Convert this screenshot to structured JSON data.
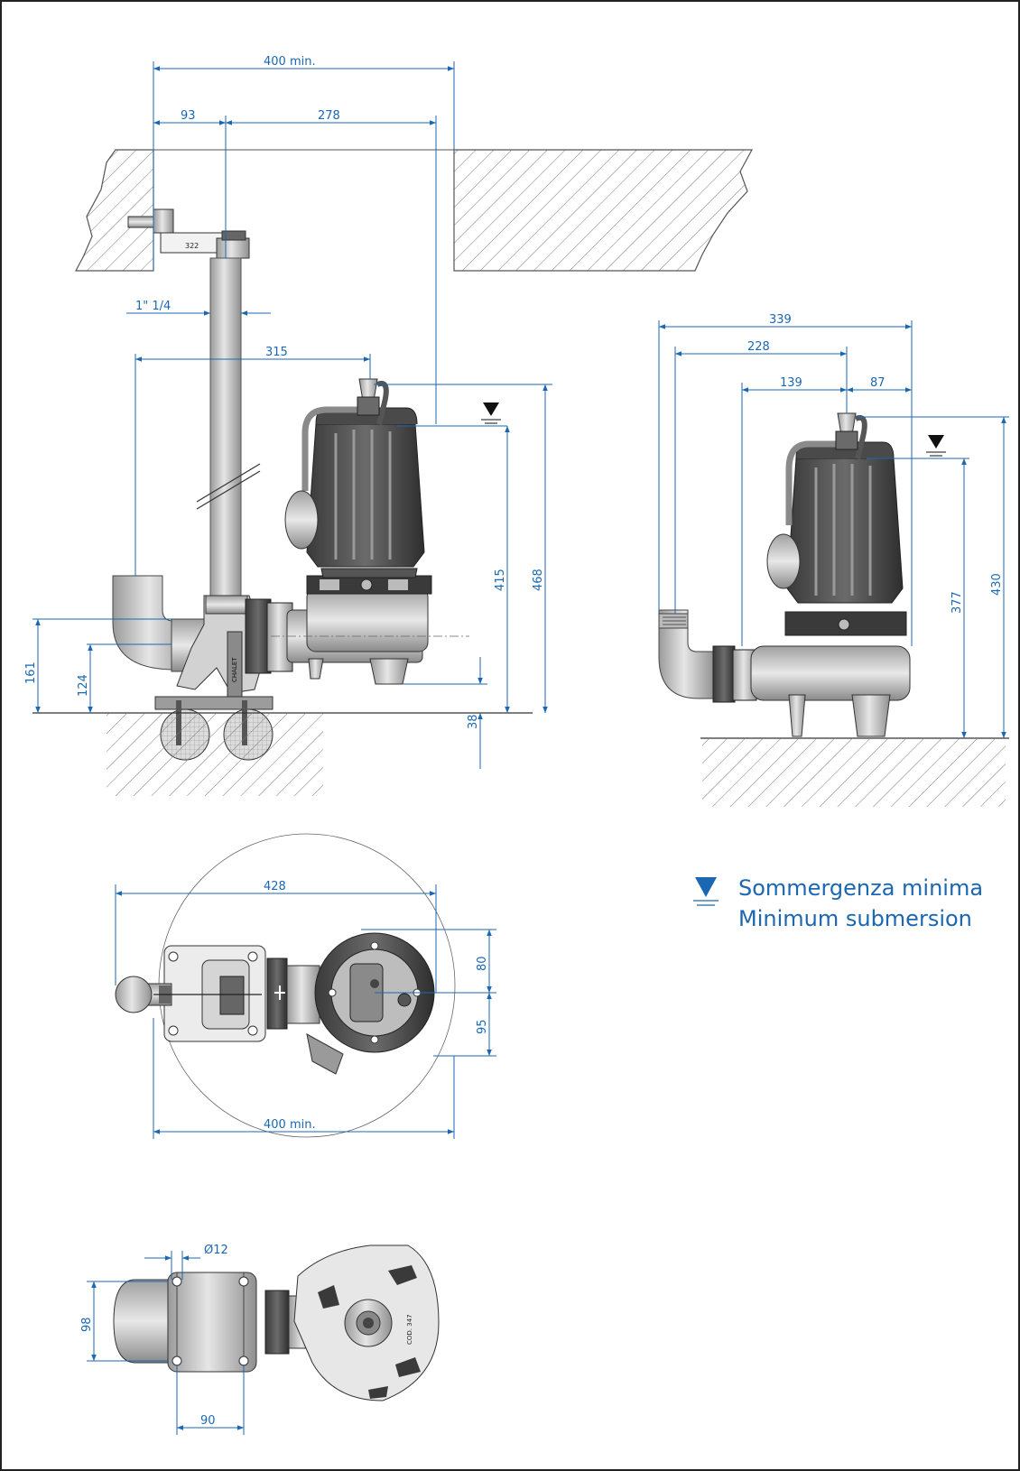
{
  "accent_color": "#1b67b1",
  "dimensions": {
    "install_width_top": "400 min.",
    "guide_offset": "93",
    "guide_to_outlet": "278",
    "pipe_size": "1\" 1/4",
    "outlet_reach": "315",
    "min_level_a": "415",
    "total_height_a": "468",
    "outlet_height": "161",
    "base_height": "124",
    "foot_clearance": "38",
    "overall_width_b": "339",
    "outlet_reach_b": "228",
    "flange_reach_b": "139",
    "axis_to_back_b": "87",
    "min_level_b": "377",
    "total_height_b": "430",
    "plan_overall": "428",
    "plan_offset_top": "80",
    "plan_offset_bottom": "95",
    "install_width_bottom": "400 min.",
    "bolt_dia": "Ø12",
    "base_depth": "98",
    "base_width": "90"
  },
  "small_labels": {
    "bracket_code": "322",
    "base_code": "COD. 347",
    "rail_mark": "CHALET"
  },
  "legend": {
    "line1": "Sommergenza minima",
    "line2": "Minimum submersion",
    "icon": "water-level-triangle-icon"
  }
}
